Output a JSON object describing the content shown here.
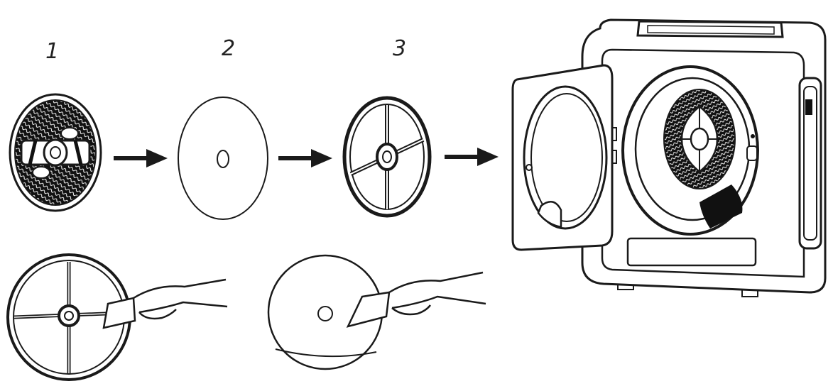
{
  "steps": [
    {
      "number": "1",
      "part": "outer-filter-mesh"
    },
    {
      "number": "2",
      "part": "filter-paper-pad"
    },
    {
      "number": "3",
      "part": "filter-frame"
    }
  ],
  "target": "dryer-open-door",
  "cleaning_row": [
    "wipe-filter-frame",
    "wipe-filter-pad"
  ],
  "colors": {
    "line": "#1a1a1a",
    "fill_dark": "#111111",
    "background": "#ffffff"
  }
}
